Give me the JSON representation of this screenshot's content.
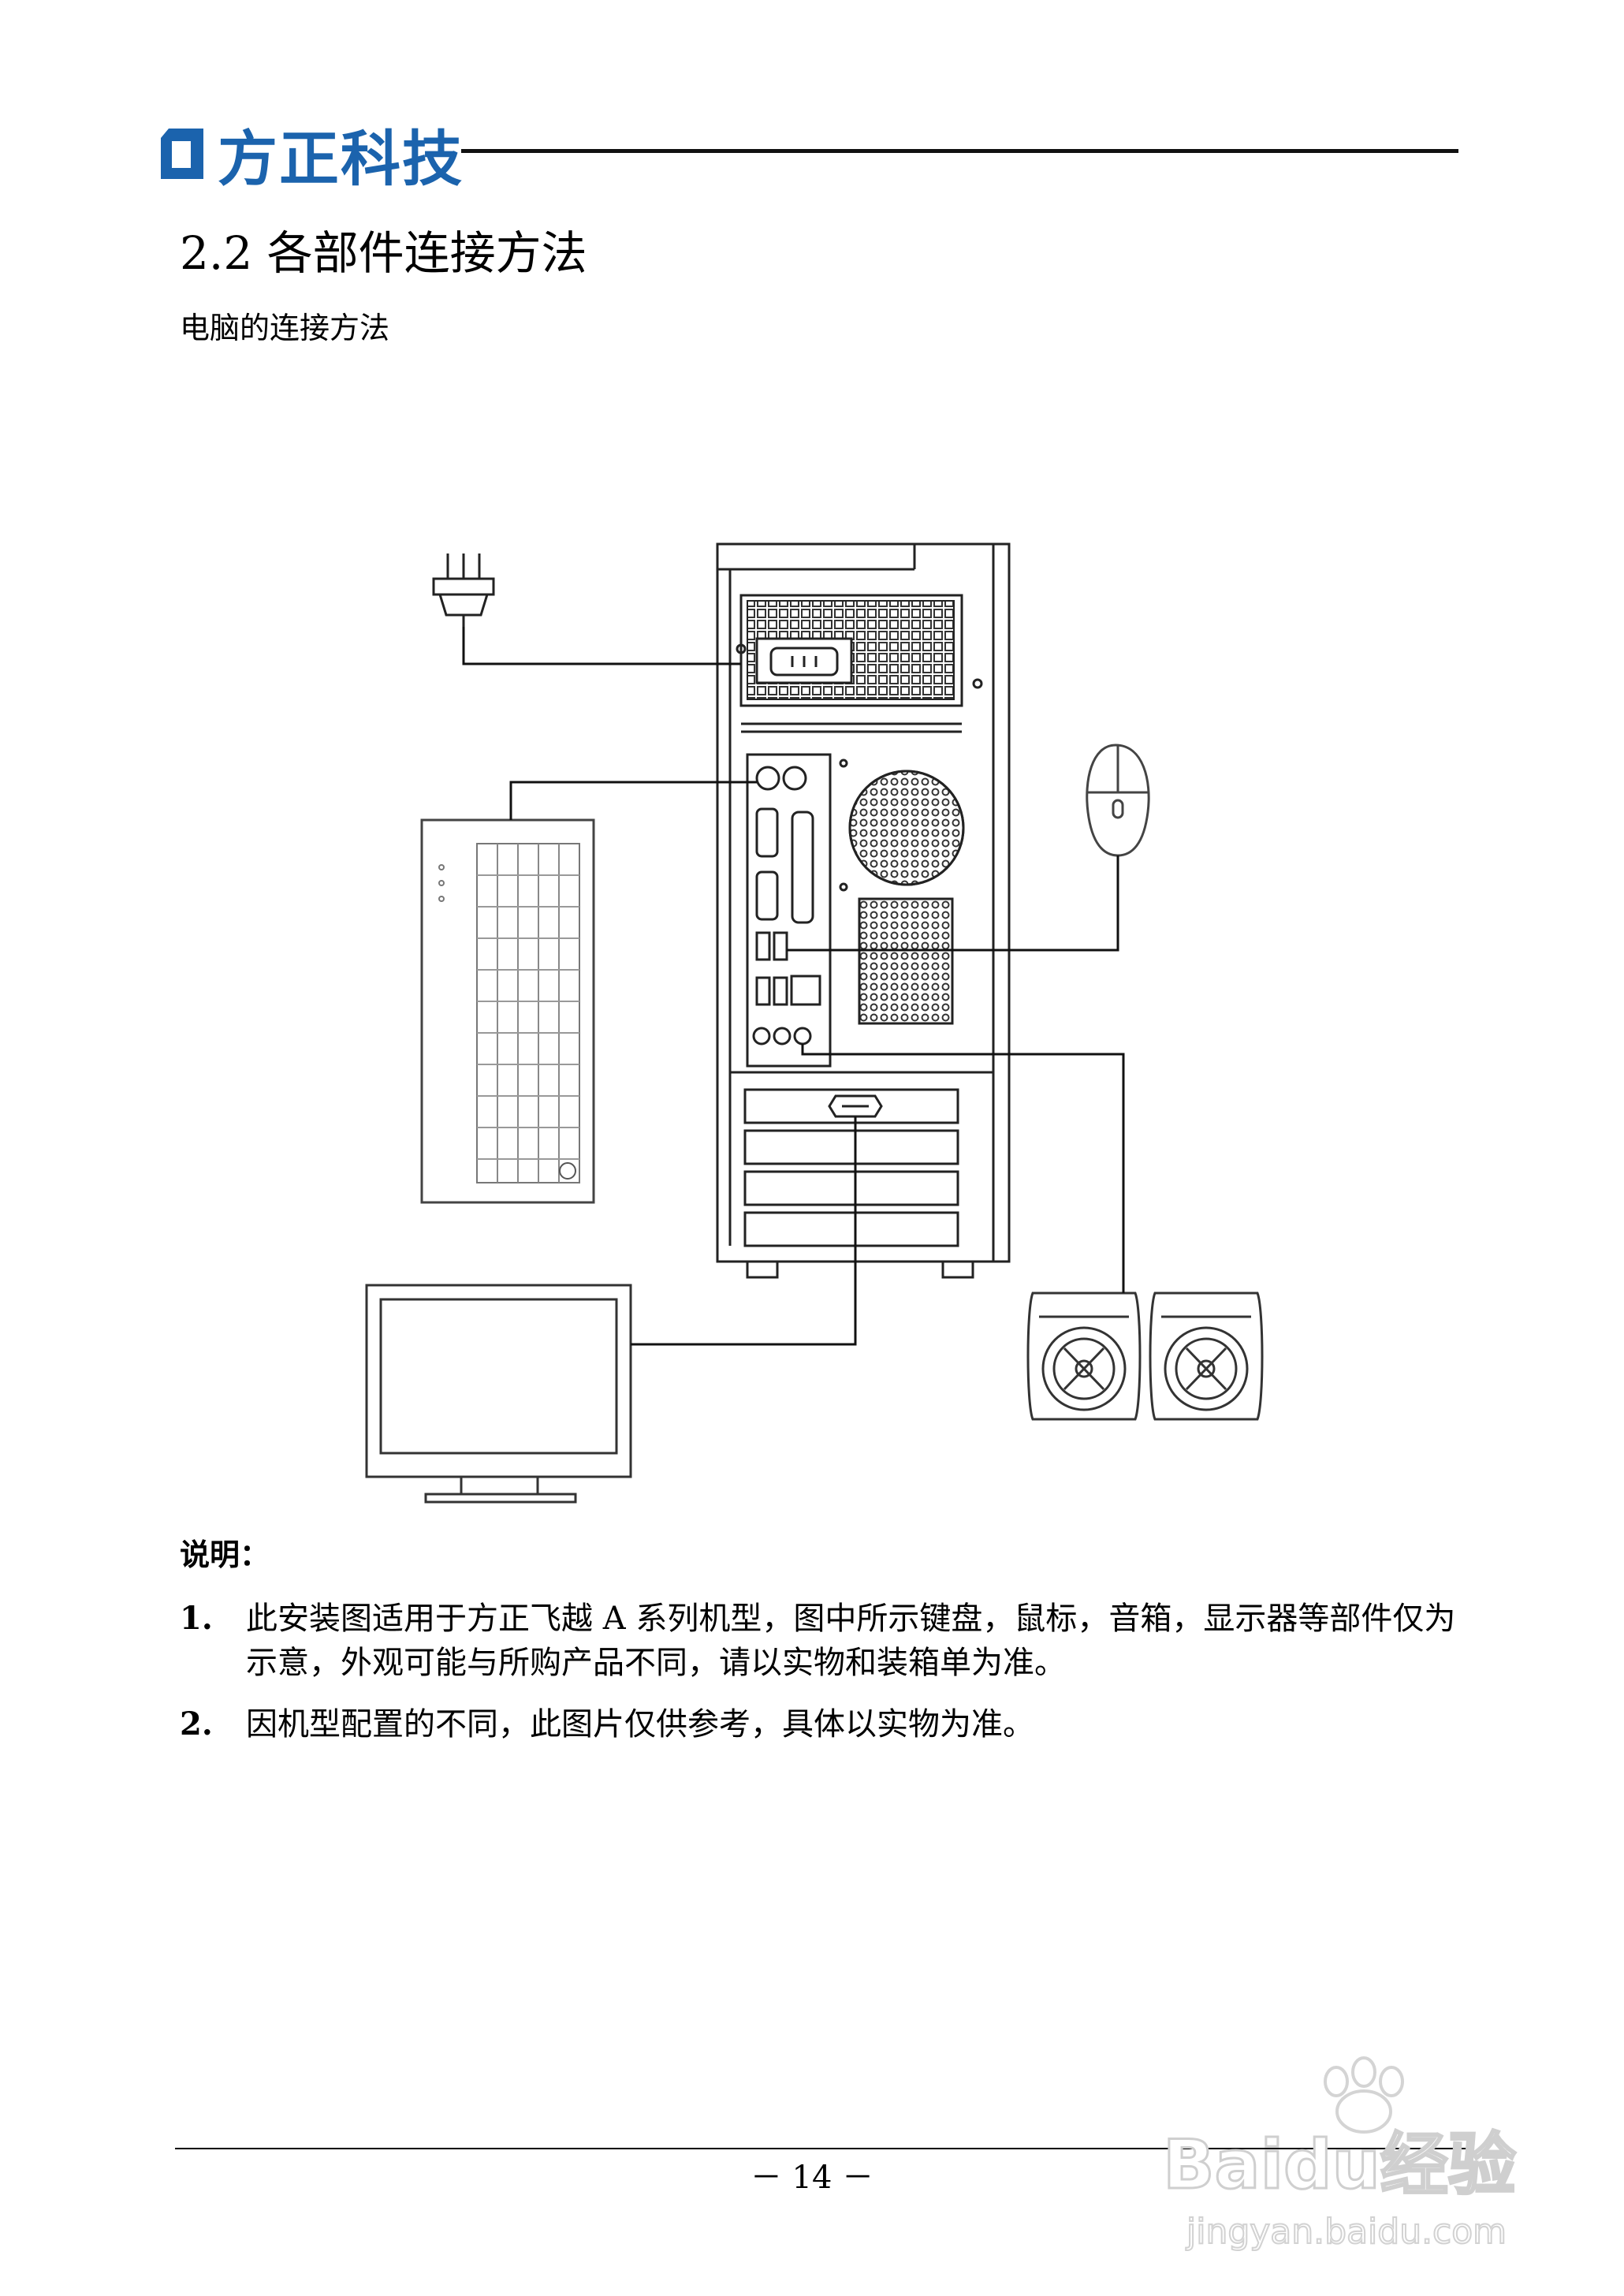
{
  "header": {
    "logo_text": "方正科技"
  },
  "section": {
    "title": "2.2 各部件连接方法",
    "subtitle": "电脑的连接方法"
  },
  "notes": {
    "title": "说明：",
    "items": [
      {
        "num": "1.",
        "text": "此安装图适用于方正飞越 A 系列机型，图中所示键盘，鼠标，音箱，显示器等部件仅为示意，外观可能与所购产品不同，请以实物和装箱单为准。"
      },
      {
        "num": "2.",
        "text": "因机型配置的不同，此图片仅供参考，具体以实物为准。"
      }
    ]
  },
  "footer": {
    "page_number": "－ 14 －"
  },
  "watermark": {
    "brand": "Baidu经验",
    "url": "jingyan.baidu.com"
  }
}
